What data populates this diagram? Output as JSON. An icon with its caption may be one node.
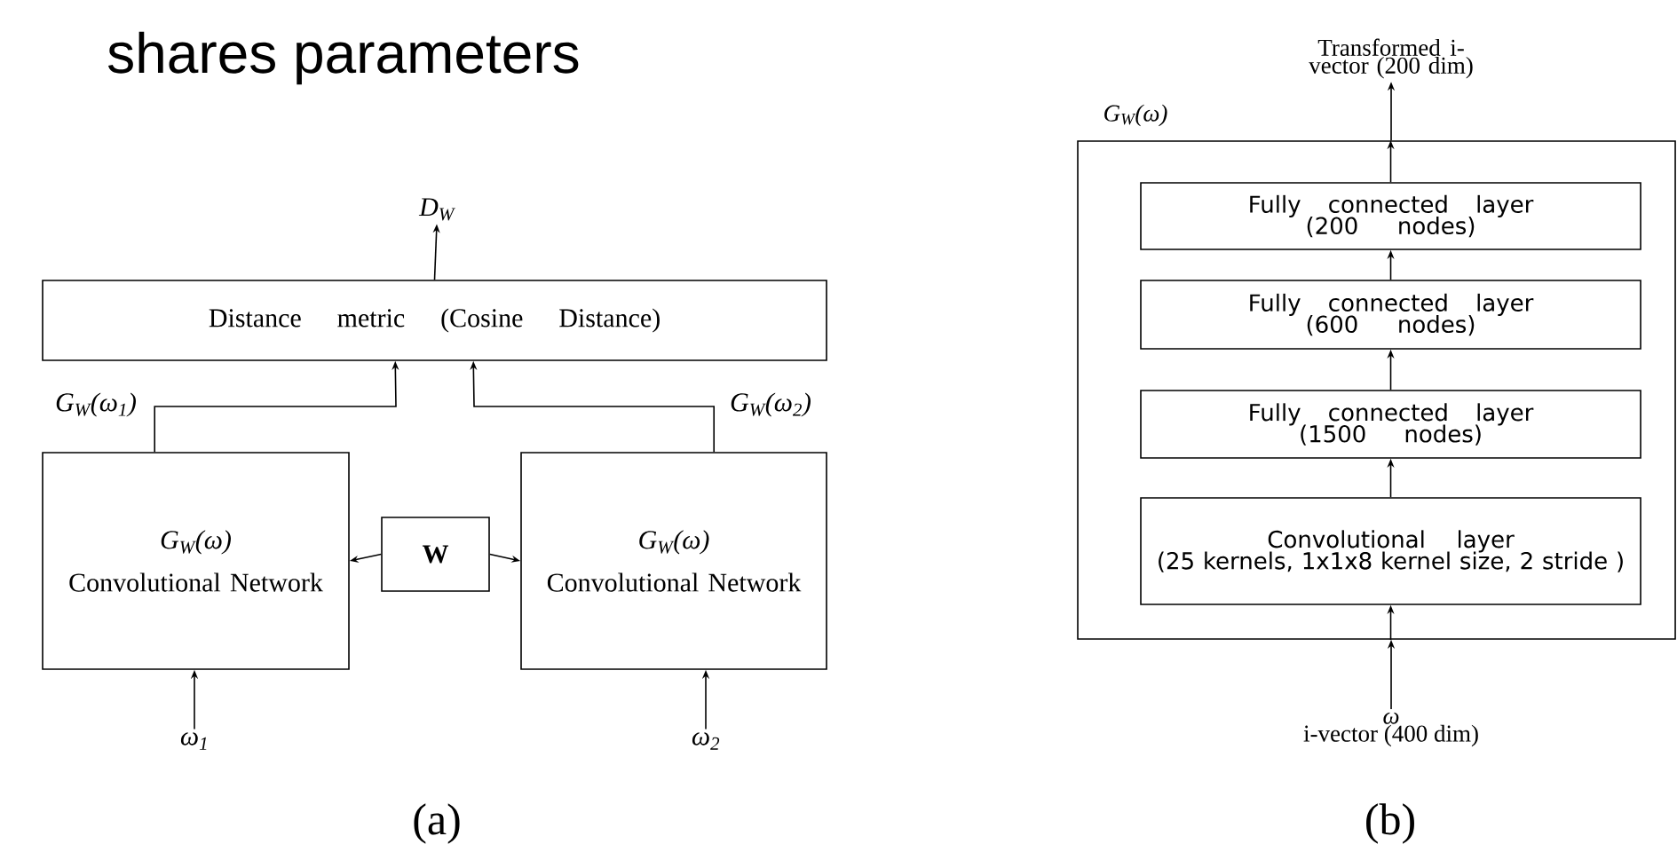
{
  "diagram": {
    "title": "shares parameters",
    "nodes": [
      {
        "text": [
          "D$_{W}$"
        ]
      },
      {
        "text": [
          "Distance metric (Cosine Distance)"
        ]
      },
      {
        "text": [
          "G$_{W}$(ω)",
          "Convolutional Network"
        ]
      },
      {
        "text": [
          "W"
        ]
      },
      {
        "text": [
          "G$_{W}$(ω)",
          "Convolutional Network"
        ]
      },
      {
        "text": [
          "ω$_{1}$"
        ]
      },
      {
        "text": [
          "ω$_{2}$"
        ]
      },
      {
        "text": [
          "Transformed i-vector (200 dim)"
        ]
      },
      {
        "text": [
          "G$_{W}$(ω)"
        ]
      },
      {
        "text": [
          "Fully connected layer",
          "(200 nodes)"
        ],
        "in": 8
      },
      {
        "text": [
          "Fully connected layer",
          "(600 nodes)"
        ],
        "in": 8
      },
      {
        "text": [
          "Fully connected layer",
          "(1500 nodes)"
        ],
        "in": 8
      },
      {
        "text": [
          "Convolutional layer",
          "(25 kernels, 1x1x8 kernel size, 2 stride )"
        ],
        "in": 8
      },
      {
        "text": [
          "ω",
          "i-vector (400 dim)"
        ]
      }
    ],
    "edges": [
      {
        "from": 1,
        "to": 0,
        "arrow": "to"
      },
      {
        "from": 2,
        "to": 1,
        "arrow": "to",
        "label": "G$_{W}$(ω$_{1}$)"
      },
      {
        "from": 4,
        "to": 1,
        "arrow": "to",
        "label": "G$_{W}$(ω$_{2}$)"
      },
      {
        "from": 3,
        "to": 2,
        "arrow": "to"
      },
      {
        "from": 3,
        "to": 4,
        "arrow": "to"
      },
      {
        "from": 5,
        "to": 2,
        "arrow": "to"
      },
      {
        "from": 6,
        "to": 4,
        "arrow": "to"
      },
      {
        "from": 13,
        "to": 8,
        "arrow": "to"
      },
      {
        "from": 8,
        "to": 12,
        "arrow": "to"
      },
      {
        "from": 12,
        "to": 11,
        "arrow": "to"
      },
      {
        "from": 11,
        "to": 10,
        "arrow": "to"
      },
      {
        "from": 10,
        "to": 9,
        "arrow": "to"
      },
      {
        "from": 9,
        "to": 8,
        "arrow": "to"
      },
      {
        "from": 8,
        "to": 7,
        "arrow": "to"
      }
    ],
    "labels": [
      "(a)",
      "(b)"
    ]
  }
}
